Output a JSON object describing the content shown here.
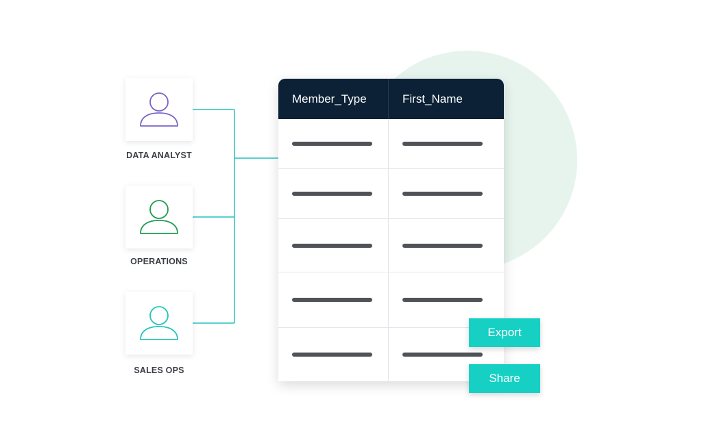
{
  "roles": [
    {
      "label": "DATA ANALYST",
      "icon": "user-icon",
      "color": "#7a62c9"
    },
    {
      "label": "OPERATIONS",
      "icon": "user-icon",
      "color": "#1f9a52"
    },
    {
      "label": "SALES OPS",
      "icon": "user-icon",
      "color": "#22c4bd"
    }
  ],
  "connector_color": "#22c4bd",
  "table": {
    "columns": [
      "Member_Type",
      "First_Name"
    ],
    "row_count_placeholder_rows": 5
  },
  "actions": {
    "export_label": "Export",
    "share_label": "Share"
  },
  "colors": {
    "header_bg": "#0c2136",
    "button_bg": "#17d0c4",
    "circle_bg": "#e7f4ee"
  }
}
